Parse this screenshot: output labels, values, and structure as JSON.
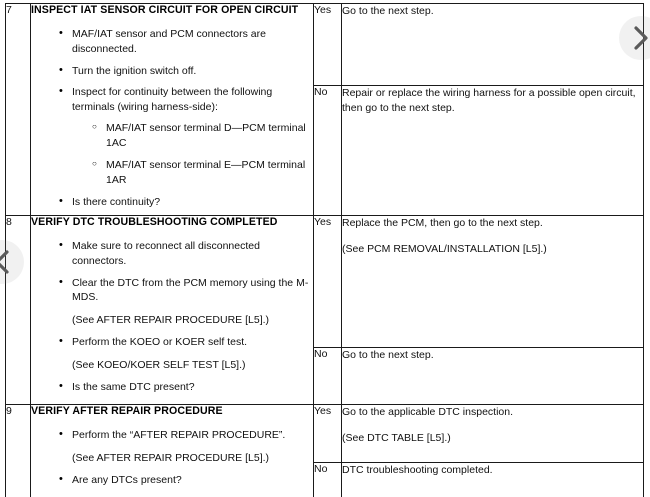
{
  "viewer": {
    "nav": {
      "next_label": "next-page",
      "prev_label": "previous-page"
    }
  },
  "table": {
    "rows": [
      {
        "step": "7",
        "title": "INSPECT IAT SENSOR CIRCUIT FOR OPEN CIRCUIT",
        "bullets": [
          {
            "type": "bullet",
            "text": "MAF/IAT sensor and PCM connectors are disconnected."
          },
          {
            "type": "bullet",
            "text": "Turn the ignition switch off."
          },
          {
            "type": "bullet",
            "text": "Inspect for continuity between the following terminals (wiring harness-side):",
            "sub": [
              "MAF/IAT sensor terminal D—PCM terminal 1AC",
              "MAF/IAT sensor terminal E—PCM terminal 1AR"
            ]
          },
          {
            "type": "bullet",
            "text": "Is there continuity?"
          }
        ],
        "answers": [
          {
            "key": "Yes",
            "lines": [
              "Go to the next step."
            ]
          },
          {
            "key": "No",
            "lines": [
              "Repair or replace the wiring harness for a possible open circuit, then go to the next step."
            ]
          }
        ]
      },
      {
        "step": "8",
        "title": "VERIFY DTC TROUBLESHOOTING COMPLETED",
        "bullets": [
          {
            "type": "bullet",
            "text": "Make sure to reconnect all disconnected connectors."
          },
          {
            "type": "bullet",
            "text": "Clear the DTC from the PCM memory using the M-MDS."
          },
          {
            "type": "note",
            "text": "(See AFTER REPAIR PROCEDURE [L5].)"
          },
          {
            "type": "bullet",
            "text": "Perform the KOEO or KOER self test."
          },
          {
            "type": "note",
            "text": "(See KOEO/KOER SELF TEST [L5].)"
          },
          {
            "type": "bullet",
            "text": "Is the same DTC present?"
          }
        ],
        "answers": [
          {
            "key": "Yes",
            "lines": [
              "Replace the PCM, then go to the next step.",
              "(See PCM REMOVAL/INSTALLATION [L5].)"
            ]
          },
          {
            "key": "No",
            "lines": [
              "Go to the next step."
            ]
          }
        ]
      },
      {
        "step": "9",
        "title": "VERIFY AFTER REPAIR PROCEDURE",
        "bullets": [
          {
            "type": "bullet",
            "text": "Perform the “AFTER REPAIR PROCEDURE”."
          },
          {
            "type": "note",
            "text": "(See AFTER REPAIR PROCEDURE [L5].)"
          },
          {
            "type": "bullet",
            "text": "Are any DTCs present?"
          }
        ],
        "answers": [
          {
            "key": "Yes",
            "lines": [
              "Go to the applicable DTC inspection.",
              "(See DTC TABLE [L5].)"
            ]
          },
          {
            "key": "No",
            "lines": [
              "DTC troubleshooting completed."
            ]
          }
        ]
      }
    ]
  }
}
